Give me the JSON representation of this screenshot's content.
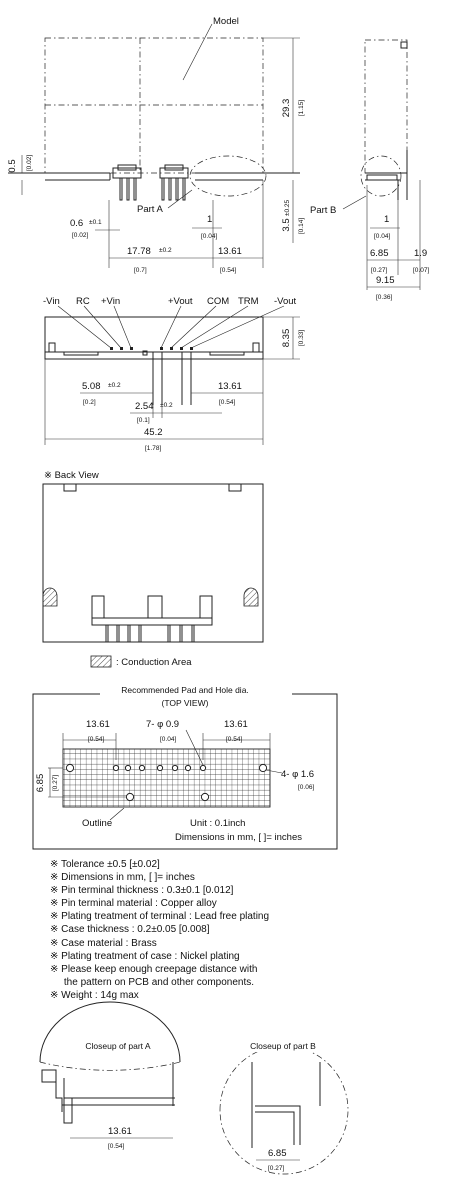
{
  "top": {
    "model": "Model",
    "height_mm": "29.3",
    "height_in": "[1.15]",
    "left_gap_mm": "0.5",
    "left_gap_in": "[0.02]",
    "pin_width_mm": "0.6",
    "pin_width_tol": "±0.1",
    "pin_width_in": "[0.02]",
    "part_a": "Part A",
    "pad_mm": "1",
    "pad_in": "[0.04]",
    "pin_len_mm": "3.5",
    "pin_len_tol": "±0.25",
    "pin_len_in": "[0.14]",
    "span_left_mm": "17.78",
    "span_left_tol": "±0.2",
    "span_left_in": "[0.7]",
    "span_right_mm": "13.61",
    "span_right_in": "[0.54]"
  },
  "side": {
    "part_b": "Part B",
    "pad_mm": "1",
    "pad_in": "[0.04]",
    "w1_mm": "6.85",
    "w1_in": "[0.27]",
    "w2_mm": "1.9",
    "w2_in": "[0.07]",
    "total_mm": "9.15",
    "total_in": "[0.36]"
  },
  "front": {
    "pin_minus_vin": "-Vin",
    "pin_rc": "RC",
    "pin_plus_vin": "+Vin",
    "pin_plus_vout": "+Vout",
    "pin_com": "COM",
    "pin_trm": "TRM",
    "pin_minus_vout": "-Vout",
    "height_mm": "8.35",
    "height_in": "[0.33]",
    "d1_mm": "5.08",
    "d1_tol": "±0.2",
    "d1_in": "[0.2]",
    "d2_mm": "2.54",
    "d2_tol": "±0.2",
    "d2_in": "[0.1]",
    "d3_mm": "13.61",
    "d3_in": "[0.54]",
    "width_mm": "45.2",
    "width_in": "[1.78]"
  },
  "back": {
    "title": "※ Back View",
    "legend": ": Conduction Area"
  },
  "pad": {
    "title1": "Recommended Pad and Hole dia.",
    "title2": "(TOP VIEW)",
    "left_mm": "13.61",
    "left_in": "[0.54]",
    "holes_mm": "7- φ 0.9",
    "holes_in": "[0.04]",
    "right_mm": "13.61",
    "right_in": "[0.54]",
    "mount_mm": "4- φ 1.6",
    "mount_in": "[0.06]",
    "height_mm": "6.85",
    "height_in": "[0.27]",
    "outline": "Outline",
    "unit": "Unit : 0.1inch",
    "dims": "Dimensions in mm, [    ]= inches"
  },
  "notes": [
    "※ Tolerance ±0.5 [±0.02]",
    "※ Dimensions in mm, [    ]= inches",
    "※ Pin terminal thickness : 0.3±0.1 [0.012]",
    "※ Pin terminal material : Copper alloy",
    "※ Plating treatment of terminal : Lead free plating",
    "※ Case thickness : 0.2±0.05 [0.008]",
    "※ Case material : Brass",
    "※ Plating treatment of case : Nickel plating",
    "※ Please keep enough creepage distance with",
    "     the pattern on PCB and other components.",
    "※ Weight : 14g max"
  ],
  "closeup": {
    "a_title": "Closeup of part A",
    "a_mm": "13.61",
    "a_in": "[0.54]",
    "b_title": "Closeup of part B",
    "b_mm": "6.85",
    "b_in": "[0.27]"
  }
}
